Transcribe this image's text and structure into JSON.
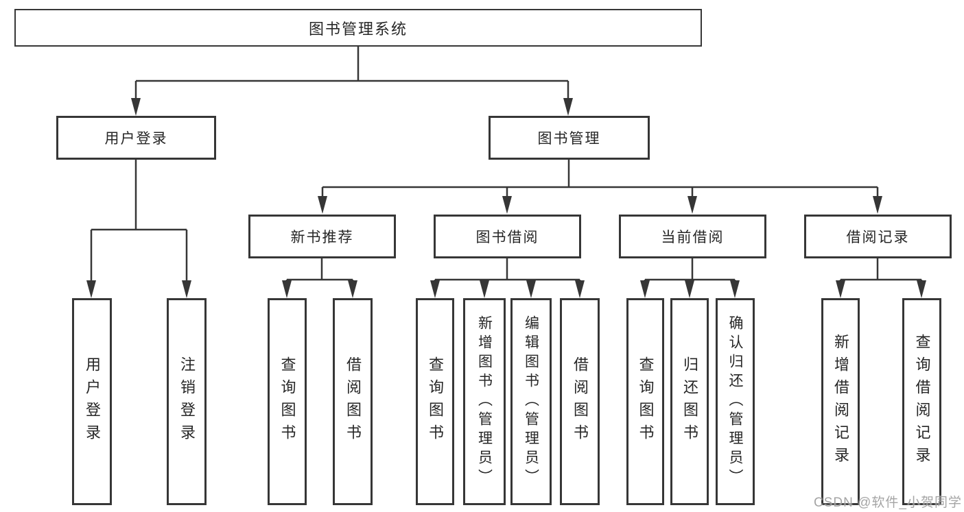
{
  "watermark": {
    "text": "CSDN @软件_小贺同学"
  },
  "colors": {
    "line": "#363636",
    "box_border": "#363636",
    "box_fill": "#ffffff",
    "text": "#262626",
    "watermark_text": "#9b9b9b",
    "background": "#ffffff"
  },
  "tree": {
    "root": {
      "label": "图书管理系统"
    },
    "children": [
      {
        "label": "用户登录",
        "children": [
          {
            "label": "用户登录"
          },
          {
            "label": "注销登录"
          }
        ]
      },
      {
        "label": "图书管理",
        "children": [
          {
            "label": "新书推荐",
            "children": [
              {
                "label": "查询图书"
              },
              {
                "label": "借阅图书"
              }
            ]
          },
          {
            "label": "图书借阅",
            "children": [
              {
                "label": "查询图书"
              },
              {
                "label": "新增图书（管理员）"
              },
              {
                "label": "编辑图书（管理员）"
              },
              {
                "label": "借阅图书"
              }
            ]
          },
          {
            "label": "当前借阅",
            "children": [
              {
                "label": "查询图书"
              },
              {
                "label": "归还图书"
              },
              {
                "label": "确认归还（管理员）"
              }
            ]
          },
          {
            "label": "借阅记录",
            "children": [
              {
                "label": "新增借阅记录"
              },
              {
                "label": "查询借阅记录"
              }
            ]
          }
        ]
      }
    ]
  }
}
